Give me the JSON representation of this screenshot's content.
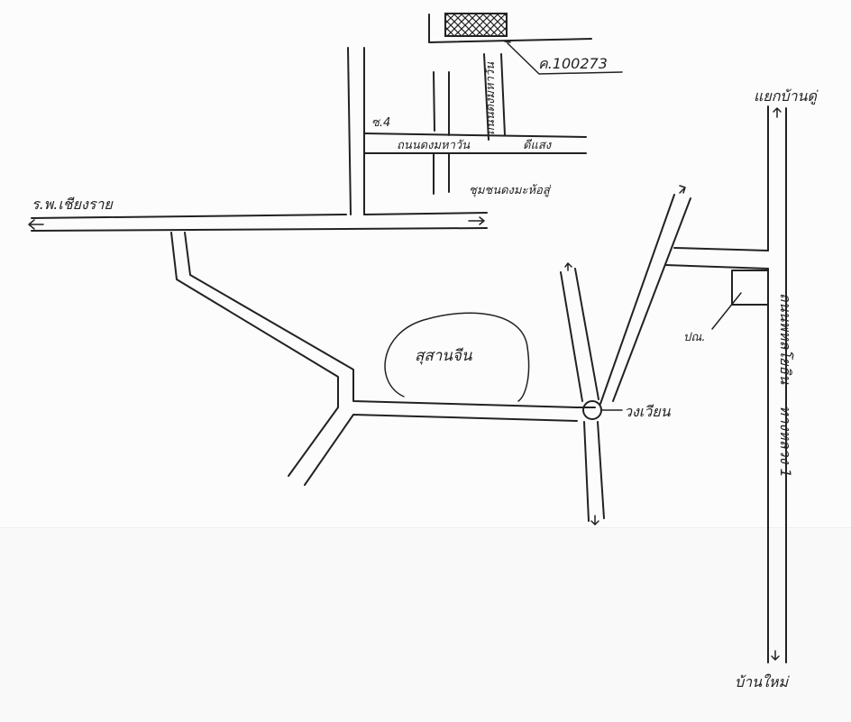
{
  "map": {
    "labels": {
      "land_plot": "ค.100273",
      "soi": "ซ.4",
      "road_dong_mahawan_h": "ถนนดงมหาวัน",
      "road_dong_mahawan_v": "ถนนดงมหาวัน",
      "dee_saeng": "ดีแสง",
      "community_school": "ชุมชนดงมะห้อสู่",
      "hospital": "ร.พ.เชียงราย",
      "to_north": "แยกบ้านดู่",
      "post_office": "ปณ.",
      "cemetery": "สุสานจีน",
      "highway": "ถนนพหลโยธิน",
      "highway_2": "ทางหลวง 1",
      "new_house": "บ้านใหม่",
      "circle": "วงเวียน"
    }
  }
}
